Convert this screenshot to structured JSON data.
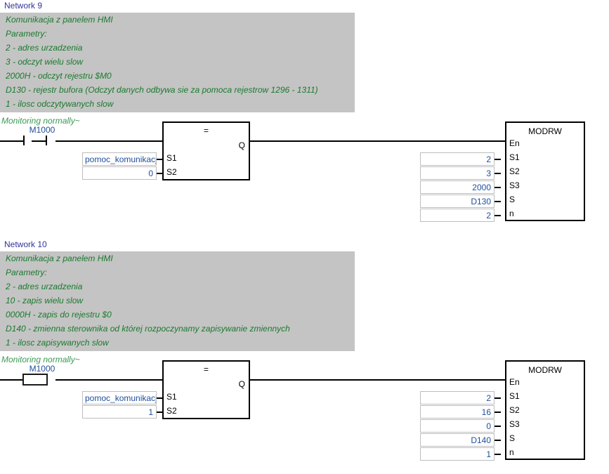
{
  "networks": [
    {
      "label": "Network 9",
      "comments": [
        "Komunikacja z panelem HMI",
        "Parametry:",
        "2 - adres urzadzenia",
        "3 - odczyt wielu slow",
        "2000H - odczyt rejestru $M0",
        "D130  - rejestr bufora (Odczyt danych odbywa sie za pomoca rejestrow 1296 - 1311)",
        "1 - ilosc odczytywanych slow"
      ],
      "monitor_note": "Monitoring normally~",
      "contact": {
        "label": "M1000",
        "state": "open"
      },
      "compare_block": {
        "title": "=",
        "output_pin": "Q",
        "inputs": [
          {
            "pin": "S1",
            "value": "pomoc_komunikacji"
          },
          {
            "pin": "S2",
            "value": "0"
          }
        ]
      },
      "modrw_block": {
        "title": "MODRW",
        "enable_pin": "En",
        "inputs": [
          {
            "pin": "S1",
            "value": "2"
          },
          {
            "pin": "S2",
            "value": "3"
          },
          {
            "pin": "S3",
            "value": "2000"
          },
          {
            "pin": "S",
            "value": "D130"
          },
          {
            "pin": "n",
            "value": "2"
          }
        ]
      }
    },
    {
      "label": "Network 10",
      "comments": [
        "Komunikacja z panelem HMI",
        "Parametry:",
        "2 - adres urzadzenia",
        "10 - zapis wielu slow",
        "0000H - zapis do rejestru $0",
        "D140  - zmienna sterownika od której rozpoczynamy zapisywanie zmiennych",
        "1 - ilosc zapisywanych slow"
      ],
      "monitor_note": "Monitoring normally~",
      "contact": {
        "label": "M1000",
        "state": "energized"
      },
      "compare_block": {
        "title": "=",
        "output_pin": "Q",
        "inputs": [
          {
            "pin": "S1",
            "value": "pomoc_komunikacji"
          },
          {
            "pin": "S2",
            "value": "1"
          }
        ]
      },
      "modrw_block": {
        "title": "MODRW",
        "enable_pin": "En",
        "inputs": [
          {
            "pin": "S1",
            "value": "2"
          },
          {
            "pin": "S2",
            "value": "16"
          },
          {
            "pin": "S3",
            "value": "0"
          },
          {
            "pin": "S",
            "value": "D140"
          },
          {
            "pin": "n",
            "value": "1"
          }
        ]
      }
    }
  ],
  "colors": {
    "network_label": "#333399",
    "comment_text": "#1a7a2e",
    "comment_bg": "#c4c4c4",
    "monitor_note": "#3a9a52",
    "operand_text": "#1f4e9c",
    "wire": "#000000"
  }
}
